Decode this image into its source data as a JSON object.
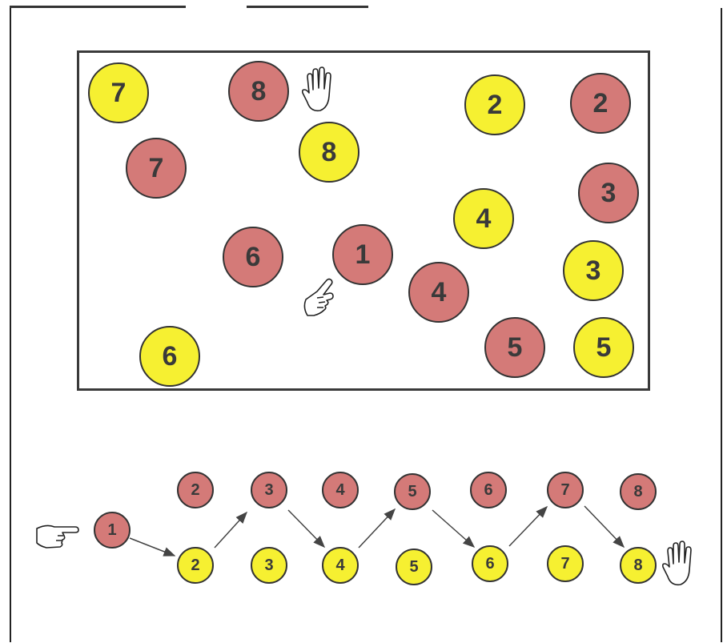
{
  "colors": {
    "red": "#d47a78",
    "yellow": "#f6f031",
    "ink": "#333333"
  },
  "icons": {
    "start": "pointing-hand-icon",
    "stop": "open-hand-icon"
  },
  "board": {
    "balls": [
      {
        "n": "7",
        "c": "yellow"
      },
      {
        "n": "8",
        "c": "red"
      },
      {
        "n": "2",
        "c": "yellow"
      },
      {
        "n": "2",
        "c": "red"
      },
      {
        "n": "7",
        "c": "red"
      },
      {
        "n": "8",
        "c": "yellow"
      },
      {
        "n": "3",
        "c": "red"
      },
      {
        "n": "4",
        "c": "yellow"
      },
      {
        "n": "6",
        "c": "red"
      },
      {
        "n": "1",
        "c": "red"
      },
      {
        "n": "3",
        "c": "yellow"
      },
      {
        "n": "4",
        "c": "red"
      },
      {
        "n": "6",
        "c": "yellow"
      },
      {
        "n": "5",
        "c": "red"
      },
      {
        "n": "5",
        "c": "yellow"
      }
    ]
  },
  "sequence": {
    "top_row": [
      "2",
      "3",
      "4",
      "5",
      "6",
      "7",
      "8"
    ],
    "bottom_row": [
      "2",
      "3",
      "4",
      "5",
      "6",
      "7",
      "8"
    ],
    "start": "1"
  }
}
